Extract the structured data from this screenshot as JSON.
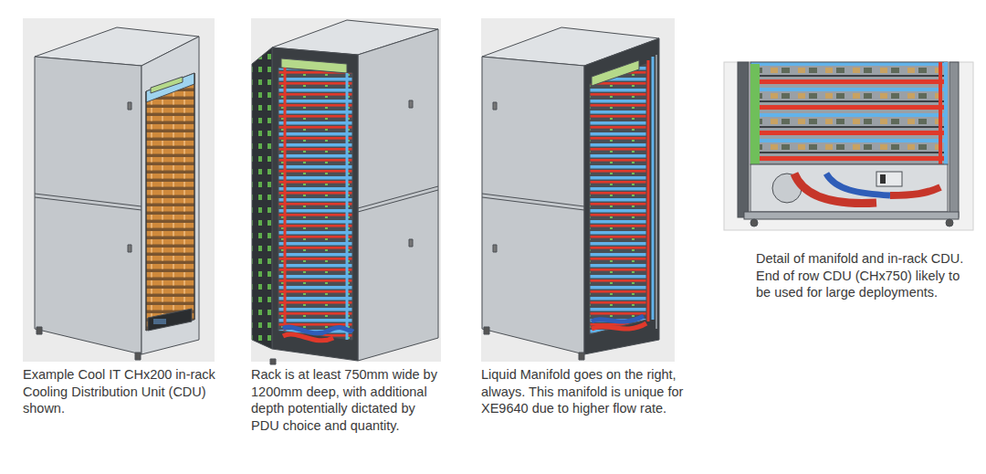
{
  "diagram": {
    "labels": [
      "Example Cool IT CHx200 in-rack Cooling Distribution Unit (CDU) shown.",
      "Rack is at least 750mm wide by 1200mm deep, with additional depth potentially dictated by PDU choice and quantity.",
      "Liquid Manifold goes on the right, always. This manifold is unique for XE9640 due to higher flow rate.",
      "Detail of manifold and in-rack CDU. End of row CDU (CHx750) likely to be used for large deployments."
    ]
  }
}
